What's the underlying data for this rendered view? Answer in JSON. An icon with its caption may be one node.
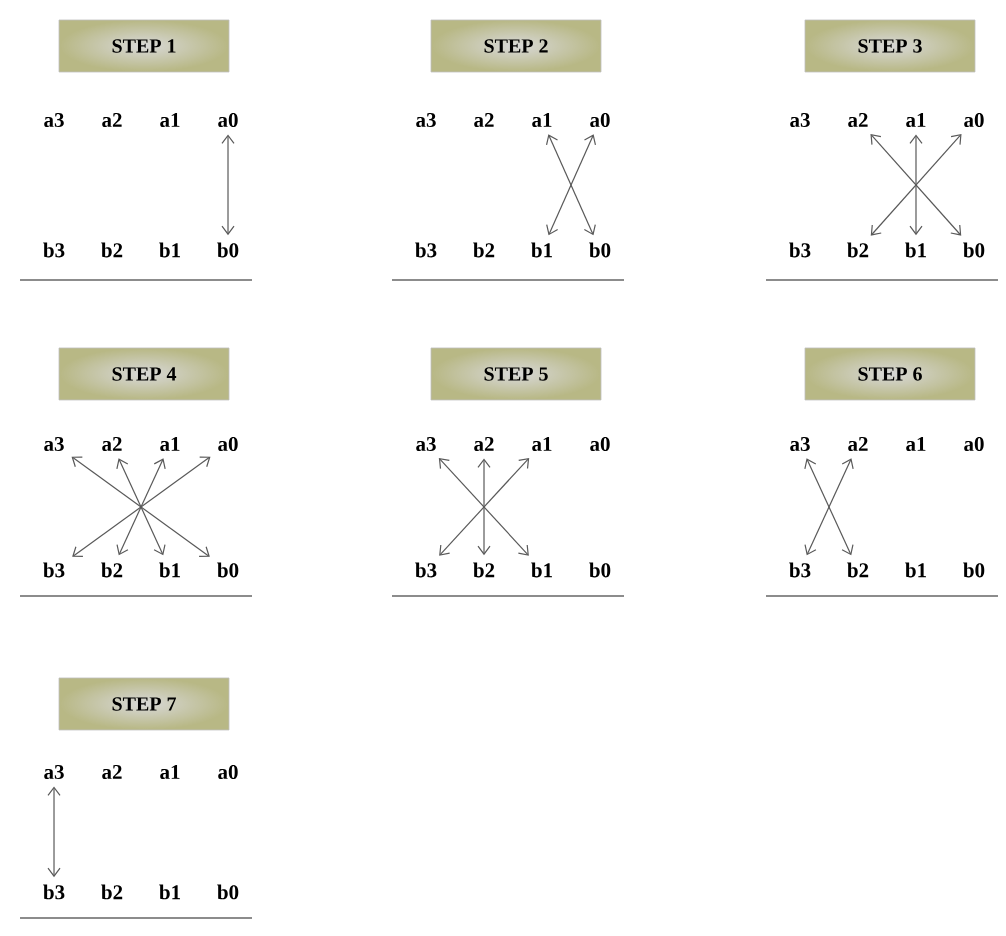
{
  "diagram": {
    "nodes": [
      {
        "text": [
          "STEP 1"
        ]
      },
      {
        "text": [
          "a3"
        ]
      },
      {
        "text": [
          "a2"
        ]
      },
      {
        "text": [
          "a1"
        ]
      },
      {
        "text": [
          "a0"
        ]
      },
      {
        "text": [
          "b3"
        ]
      },
      {
        "text": [
          "b2"
        ]
      },
      {
        "text": [
          "b1"
        ]
      },
      {
        "text": [
          "b0"
        ]
      },
      {
        "text": [
          "STEP 2"
        ]
      },
      {
        "text": [
          "a3"
        ]
      },
      {
        "text": [
          "a2"
        ]
      },
      {
        "text": [
          "a1"
        ]
      },
      {
        "text": [
          "a0"
        ]
      },
      {
        "text": [
          "b3"
        ]
      },
      {
        "text": [
          "b2"
        ]
      },
      {
        "text": [
          "b1"
        ]
      },
      {
        "text": [
          "b0"
        ]
      },
      {
        "text": [
          "STEP 3"
        ]
      },
      {
        "text": [
          "a3"
        ]
      },
      {
        "text": [
          "a2"
        ]
      },
      {
        "text": [
          "a1"
        ]
      },
      {
        "text": [
          "a0"
        ]
      },
      {
        "text": [
          "b3"
        ]
      },
      {
        "text": [
          "b2"
        ]
      },
      {
        "text": [
          "b1"
        ]
      },
      {
        "text": [
          "b0"
        ]
      },
      {
        "text": [
          "STEP 4"
        ]
      },
      {
        "text": [
          "a3"
        ]
      },
      {
        "text": [
          "a2"
        ]
      },
      {
        "text": [
          "a1"
        ]
      },
      {
        "text": [
          "a0"
        ]
      },
      {
        "text": [
          "b3"
        ]
      },
      {
        "text": [
          "b2"
        ]
      },
      {
        "text": [
          "b1"
        ]
      },
      {
        "text": [
          "b0"
        ]
      },
      {
        "text": [
          "STEP 5"
        ]
      },
      {
        "text": [
          "a3"
        ]
      },
      {
        "text": [
          "a2"
        ]
      },
      {
        "text": [
          "a1"
        ]
      },
      {
        "text": [
          "a0"
        ]
      },
      {
        "text": [
          "b3"
        ]
      },
      {
        "text": [
          "b2"
        ]
      },
      {
        "text": [
          "b1"
        ]
      },
      {
        "text": [
          "b0"
        ]
      },
      {
        "text": [
          "STEP 6"
        ]
      },
      {
        "text": [
          "a3"
        ]
      },
      {
        "text": [
          "a2"
        ]
      },
      {
        "text": [
          "a1"
        ]
      },
      {
        "text": [
          "a0"
        ]
      },
      {
        "text": [
          "b3"
        ]
      },
      {
        "text": [
          "b2"
        ]
      },
      {
        "text": [
          "b1"
        ]
      },
      {
        "text": [
          "b0"
        ]
      },
      {
        "text": [
          "STEP 7"
        ]
      },
      {
        "text": [
          "a3"
        ]
      },
      {
        "text": [
          "a2"
        ]
      },
      {
        "text": [
          "a1"
        ]
      },
      {
        "text": [
          "a0"
        ]
      },
      {
        "text": [
          "b3"
        ]
      },
      {
        "text": [
          "b2"
        ]
      },
      {
        "text": [
          "b1"
        ]
      },
      {
        "text": [
          "b0"
        ]
      }
    ],
    "edges": [
      {
        "from": 4,
        "to": 8,
        "arrow": "both"
      },
      {
        "from": 12,
        "to": 17,
        "arrow": "both"
      },
      {
        "from": 13,
        "to": 16,
        "arrow": "both"
      },
      {
        "from": 20,
        "to": 26,
        "arrow": "both"
      },
      {
        "from": 21,
        "to": 25,
        "arrow": "both"
      },
      {
        "from": 22,
        "to": 24,
        "arrow": "both"
      },
      {
        "from": 28,
        "to": 35,
        "arrow": "both"
      },
      {
        "from": 29,
        "to": 34,
        "arrow": "both"
      },
      {
        "from": 30,
        "to": 33,
        "arrow": "both"
      },
      {
        "from": 31,
        "to": 32,
        "arrow": "both"
      },
      {
        "from": 37,
        "to": 43,
        "arrow": "both"
      },
      {
        "from": 38,
        "to": 42,
        "arrow": "both"
      },
      {
        "from": 39,
        "to": 41,
        "arrow": "both"
      },
      {
        "from": 46,
        "to": 51,
        "arrow": "both"
      },
      {
        "from": 47,
        "to": 50,
        "arrow": "both"
      },
      {
        "from": 55,
        "to": 59,
        "arrow": "both"
      }
    ]
  }
}
